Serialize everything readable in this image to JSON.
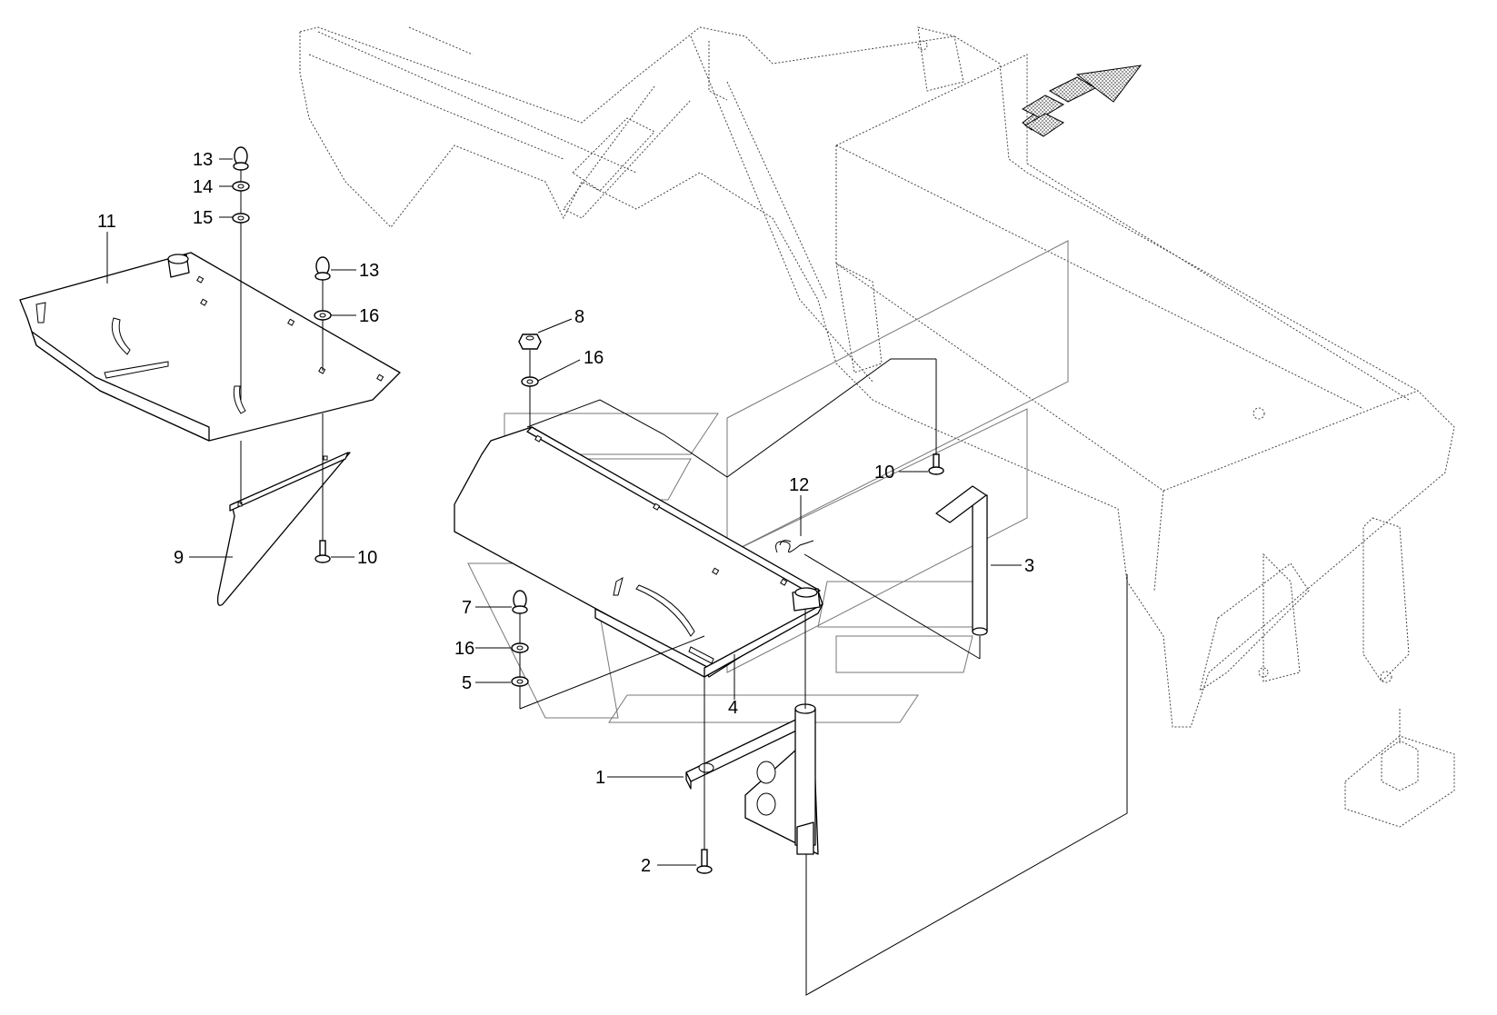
{
  "callouts": [
    {
      "id": "c1",
      "text": "1"
    },
    {
      "id": "c2",
      "text": "2"
    },
    {
      "id": "c3",
      "text": "3"
    },
    {
      "id": "c4",
      "text": "4"
    },
    {
      "id": "c5",
      "text": "5"
    },
    {
      "id": "c7",
      "text": "7"
    },
    {
      "id": "c8",
      "text": "8"
    },
    {
      "id": "c9",
      "text": "9"
    },
    {
      "id": "c10a",
      "text": "10"
    },
    {
      "id": "c10b",
      "text": "10"
    },
    {
      "id": "c11",
      "text": "11"
    },
    {
      "id": "c12",
      "text": "12"
    },
    {
      "id": "c13a",
      "text": "13"
    },
    {
      "id": "c13b",
      "text": "13"
    },
    {
      "id": "c14",
      "text": "14"
    },
    {
      "id": "c15",
      "text": "15"
    },
    {
      "id": "c16a",
      "text": "16"
    },
    {
      "id": "c16b",
      "text": "16"
    },
    {
      "id": "c16c",
      "text": "16"
    }
  ],
  "colors": {
    "line": "#000000",
    "ghost": "#444444",
    "hatch": "#9a9a9a"
  }
}
